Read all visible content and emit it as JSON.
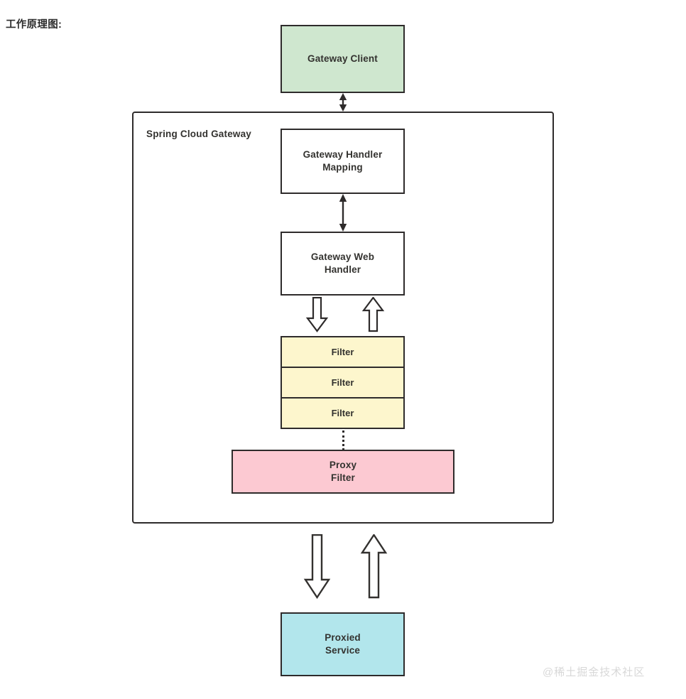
{
  "page": {
    "title": "工作原理图:",
    "watermark": "@稀土掘金技术社区",
    "background": "#ffffff"
  },
  "diagram": {
    "type": "flow-diagram",
    "name": "Spring Cloud Gateway 工作原理图",
    "container": {
      "label": "Spring Cloud Gateway",
      "fill": "#ffffff",
      "stroke": "#2e2b2b"
    },
    "nodes": [
      {
        "id": "gateway-client",
        "label": "Gateway Client",
        "lines": [
          "Gateway Client"
        ],
        "fill": "#cfe7cf",
        "stroke": "#2e2b2b",
        "inside_container": false
      },
      {
        "id": "gateway-handler-mapping",
        "label": "Gateway Handler Mapping",
        "lines": [
          "Gateway Handler",
          "Mapping"
        ],
        "fill": "#ffffff",
        "stroke": "#2e2b2b",
        "inside_container": true
      },
      {
        "id": "gateway-web-handler",
        "label": "Gateway Web Handler",
        "lines": [
          "Gateway Web",
          "Handler"
        ],
        "fill": "#ffffff",
        "stroke": "#2e2b2b",
        "inside_container": true
      },
      {
        "id": "filter-1",
        "label": "Filter",
        "lines": [
          "Filter"
        ],
        "fill": "#fdf6cd",
        "stroke": "#2e2b2b",
        "inside_container": true
      },
      {
        "id": "filter-2",
        "label": "Filter",
        "lines": [
          "Filter"
        ],
        "fill": "#fdf6cd",
        "stroke": "#2e2b2b",
        "inside_container": true
      },
      {
        "id": "filter-3",
        "label": "Filter",
        "lines": [
          "Filter"
        ],
        "fill": "#fdf6cd",
        "stroke": "#2e2b2b",
        "inside_container": true
      },
      {
        "id": "proxy-filter",
        "label": "Proxy Filter",
        "lines": [
          "Proxy",
          "Filter"
        ],
        "fill": "#fcc9d2",
        "stroke": "#2e2b2b",
        "inside_container": true
      },
      {
        "id": "proxied-service",
        "label": "Proxied Service",
        "lines": [
          "Proxied",
          "Service"
        ],
        "fill": "#b2e6ec",
        "stroke": "#2e2b2b",
        "inside_container": false
      }
    ],
    "connectors": [
      {
        "id": "client-to-container",
        "from": "gateway-client",
        "to": "gateway-handler-mapping",
        "style": "double-headed-arrow"
      },
      {
        "id": "mapping-to-webhandler",
        "from": "gateway-handler-mapping",
        "to": "gateway-web-handler",
        "style": "double-headed-arrow"
      },
      {
        "id": "webhandler-to-filters",
        "from": "gateway-web-handler",
        "to": "filter-1",
        "style": "hollow-block-arrow",
        "direction": "down"
      },
      {
        "id": "filters-to-webhandler",
        "from": "filter-1",
        "to": "gateway-web-handler",
        "style": "hollow-block-arrow",
        "direction": "up"
      },
      {
        "id": "filters-to-proxy-filter",
        "from": "filter-3",
        "to": "proxy-filter",
        "style": "dotted-line"
      },
      {
        "id": "container-to-service",
        "from": "proxy-filter",
        "to": "proxied-service",
        "style": "hollow-block-arrow",
        "direction": "down"
      },
      {
        "id": "service-to-container",
        "from": "proxied-service",
        "to": "proxy-filter",
        "style": "hollow-block-arrow",
        "direction": "up"
      }
    ]
  }
}
